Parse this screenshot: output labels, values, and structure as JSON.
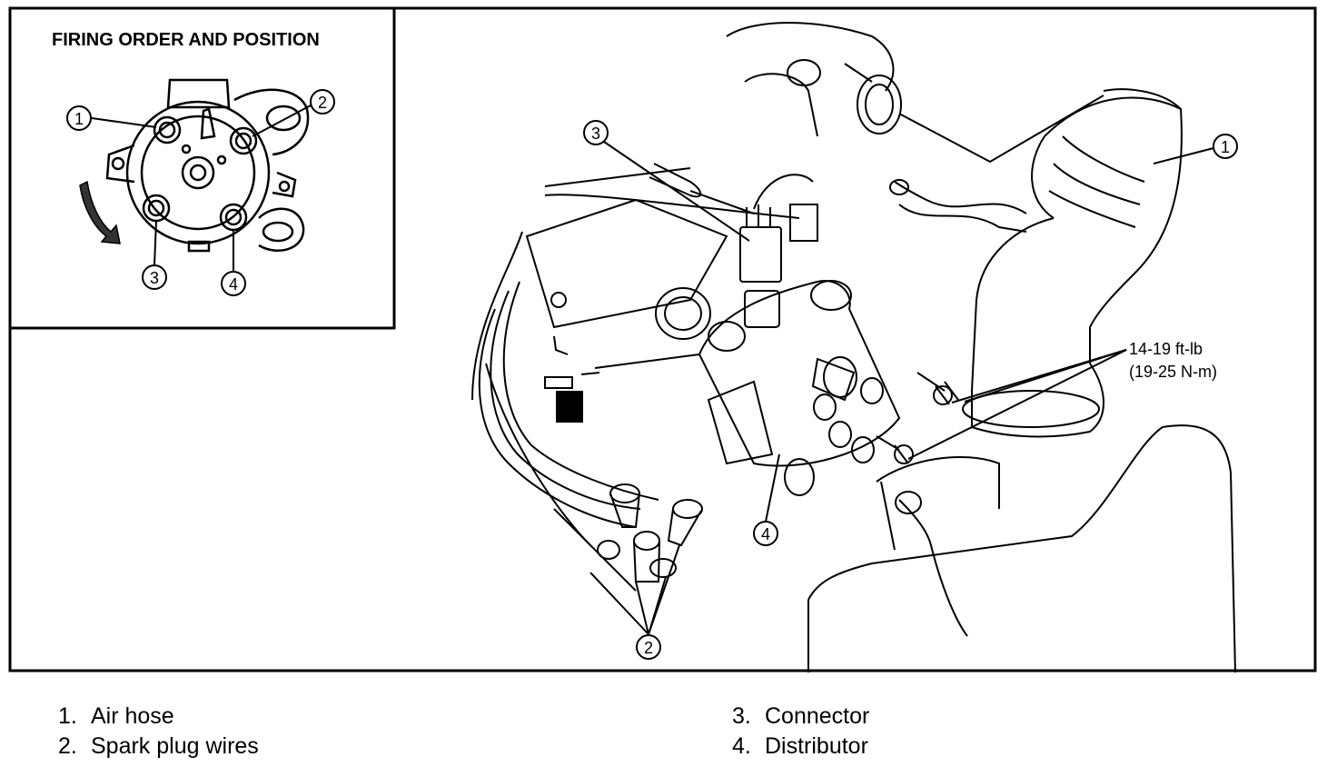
{
  "inset": {
    "title": "FIRING ORDER AND POSITION",
    "callouts": [
      "1",
      "2",
      "3",
      "4"
    ]
  },
  "main": {
    "callouts": {
      "air_hose": "1",
      "spark_plug_wires": "2",
      "connector": "3",
      "distributor": "4"
    },
    "torque": {
      "line1": "14-19 ft-lb",
      "line2": "(19-25 N-m)"
    }
  },
  "legend": {
    "items": [
      {
        "num": "1.",
        "label": "Air hose"
      },
      {
        "num": "2.",
        "label": "Spark plug wires"
      },
      {
        "num": "3.",
        "label": "Connector"
      },
      {
        "num": "4.",
        "label": "Distributor"
      }
    ]
  }
}
